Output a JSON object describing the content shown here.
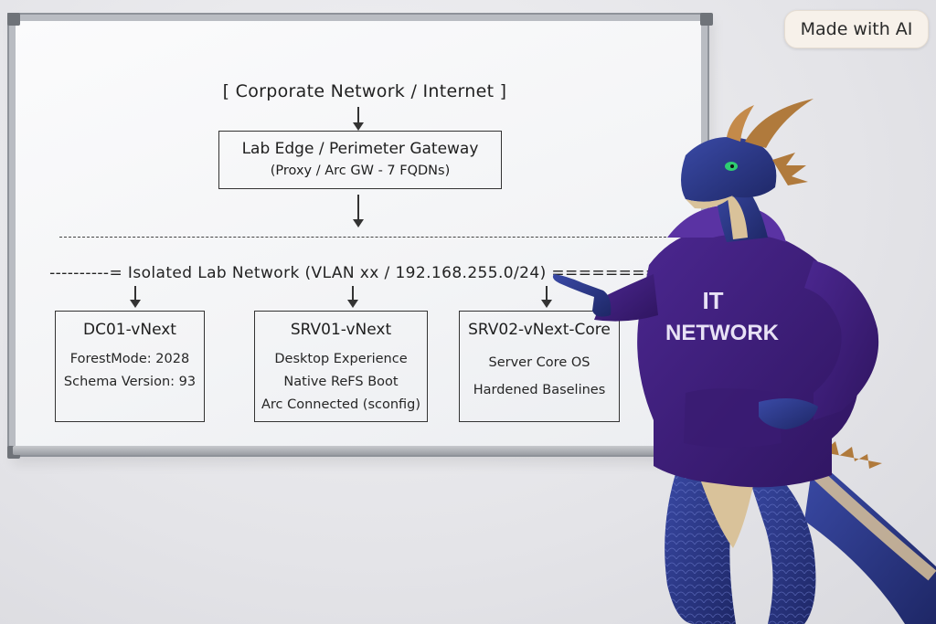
{
  "diagram": {
    "top_label": "[ Corporate Network / Internet ]",
    "gateway": {
      "title": "Lab Edge / Perimeter Gateway",
      "subtitle": "(Proxy / Arc GW - 7 FQDNs)"
    },
    "network_label": "----------= Isolated Lab Network (VLAN xx / 192.168.255.0/24) ==========",
    "servers": [
      {
        "name": "DC01-vNext",
        "lines": [
          "ForestMode: 2028",
          "Schema Version: 93"
        ]
      },
      {
        "name": "SRV01-vNext",
        "lines": [
          "Desktop Experience",
          "Native ReFS Boot",
          "Arc Connected (sconfig)"
        ]
      },
      {
        "name": "SRV02-vNext-Core",
        "lines": [
          "Server Core OS",
          "Hardened Baselines"
        ]
      }
    ]
  },
  "character": {
    "shirt_line1": "IT",
    "shirt_line2": "NETWORK",
    "hoodie_color": "#3f1f7a",
    "scale_color": "#2e3a8c",
    "belly_color": "#d9c29a",
    "horn_color": "#b07a3c"
  },
  "badge": {
    "label": "Made with AI"
  },
  "colors": {
    "board": "#f5f6f8",
    "frame": "#b9bcc2",
    "ink": "#222222"
  }
}
